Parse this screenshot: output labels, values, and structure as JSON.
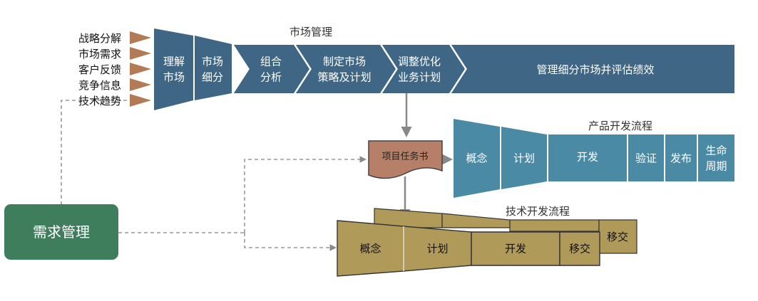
{
  "colors": {
    "market_blue": "#3f6685",
    "product_teal": "#4b8aa5",
    "tech_olive": "#b09a5a",
    "tech_olive_dark": "#a08a4c",
    "doc_brown": "#b68068",
    "arrow_brown": "#b27a55",
    "demand_green": "#3e7e5d",
    "connector_gray": "#888888"
  },
  "inputs": [
    "战略分解",
    "市场需求",
    "客户反馈",
    "竞争信息",
    "技术趋势"
  ],
  "market": {
    "title": "市场管理",
    "stages": [
      [
        "理解",
        "市场"
      ],
      [
        "市场",
        "细分"
      ],
      [
        "组合",
        "分析"
      ],
      [
        "制定市场",
        "策略及计划"
      ],
      [
        "调整优化",
        "业务计划"
      ]
    ],
    "final": "管理细分市场并评估绩效"
  },
  "charter": "项目任务书",
  "product": {
    "title": "产品开发流程",
    "phases": [
      [
        "概念"
      ],
      [
        "计划"
      ],
      [
        "开发"
      ],
      [
        "验证"
      ],
      [
        "发布"
      ],
      [
        "生命",
        "周期"
      ]
    ]
  },
  "tech": {
    "title": "技术开发流程",
    "phases": [
      "概念",
      "计划",
      "开发",
      "移交"
    ],
    "back": "移交"
  },
  "demand": "需求管理"
}
